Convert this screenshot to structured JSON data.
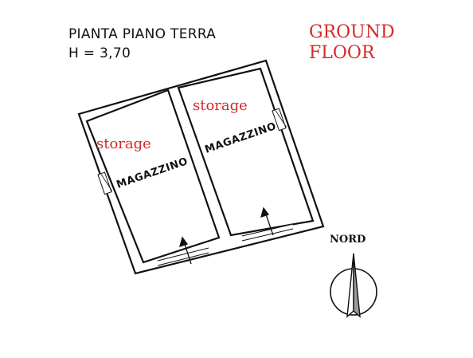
{
  "plan_title": {
    "line1": "PIANTA PIANO TERRA",
    "line2": "H = 3,70"
  },
  "floor_label": {
    "line1": "GROUND",
    "line2": "FLOOR"
  },
  "rooms": [
    {
      "name": "MAGAZZINO",
      "note": "storage"
    },
    {
      "name": "MAGAZZINO",
      "note": "storage"
    }
  ],
  "compass": {
    "label": "NORD"
  },
  "colors": {
    "annotation": "#d42a2a",
    "ink": "#111111"
  }
}
